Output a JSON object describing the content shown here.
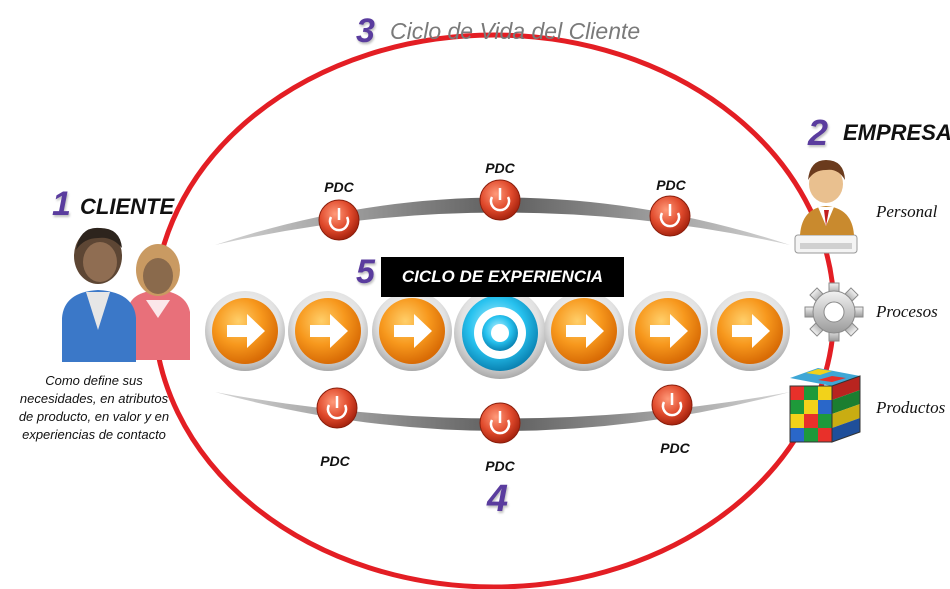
{
  "lifecycle": {
    "number": "3",
    "title": "Ciclo de Vida del Cliente"
  },
  "client": {
    "number": "1",
    "title": "CLIENTE",
    "description_lines": [
      "Como define sus",
      "necesidades, en atributos",
      "de producto, en valor y en",
      "experiencias de contacto"
    ]
  },
  "company": {
    "number": "2",
    "title": "EMPRESA",
    "items": [
      "Personal",
      "Procesos",
      "Productos"
    ]
  },
  "experience": {
    "number": "5",
    "title": "CICLO DE EXPERIENCIA"
  },
  "contact_points": {
    "number": "4",
    "label": "PDC"
  },
  "colors": {
    "ellipse": "#e31e24",
    "number": "#5a3c9e",
    "arrow_orange": "#f39214",
    "target_blue": "#1bb8e8",
    "pdc_red": "#d9432b"
  },
  "icons": {
    "client": "people-icon",
    "personal": "worker-icon",
    "procesos": "gear-icon",
    "productos": "cube-icon",
    "step": "arrow-right-icon",
    "center": "target-icon",
    "pdc": "power-button-icon"
  }
}
